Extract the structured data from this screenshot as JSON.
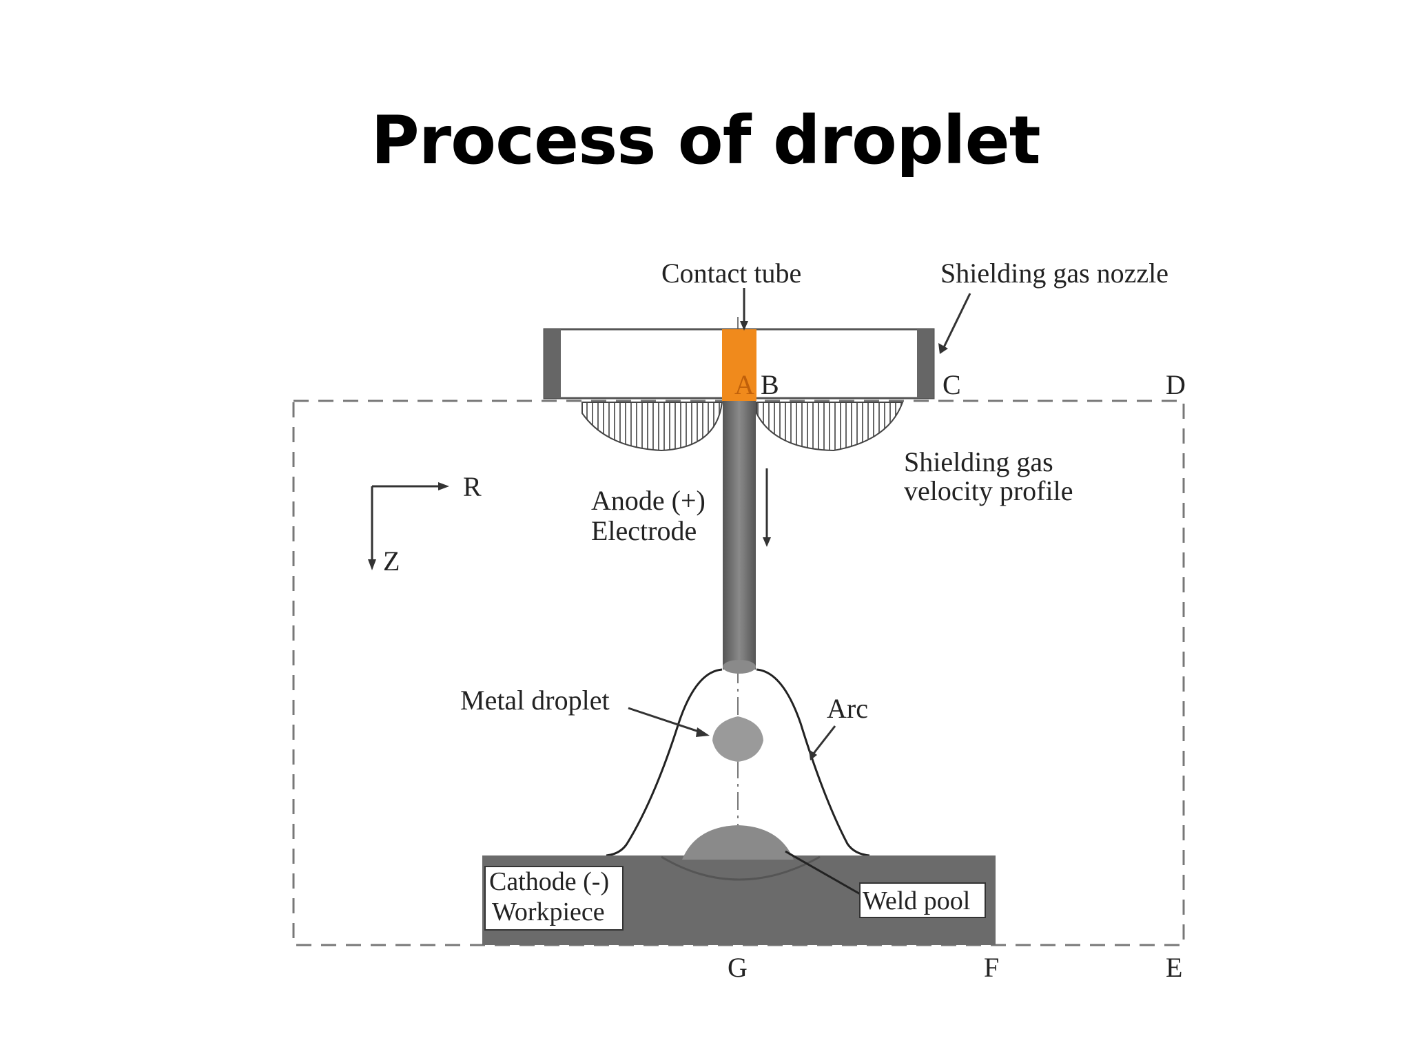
{
  "title": "Process of droplet",
  "diagram": {
    "labels": {
      "contact_tube": "Contact tube",
      "shielding_gas_nozzle": "Shielding gas nozzle",
      "point_a": "A",
      "point_b": "B",
      "point_c": "C",
      "point_d": "D",
      "point_e": "E",
      "point_f": "F",
      "point_g": "G",
      "shielding_gas_profile_line1": "Shielding gas",
      "shielding_gas_profile_line2": "velocity profile",
      "axis_r": "R",
      "axis_z": "Z",
      "anode_line1": "Anode (+)",
      "anode_line2": "Electrode",
      "metal_droplet": "Metal droplet",
      "arc": "Arc",
      "cathode_line1": "Cathode (-)",
      "cathode_line2": "Workpiece",
      "weld_pool": "Weld pool"
    },
    "colors": {
      "contact_tube": "#f08a1c",
      "electrode": "#6e6e6e",
      "workpiece": "#6b6b6b",
      "droplet": "#9a9a9a",
      "line": "#333333"
    }
  }
}
